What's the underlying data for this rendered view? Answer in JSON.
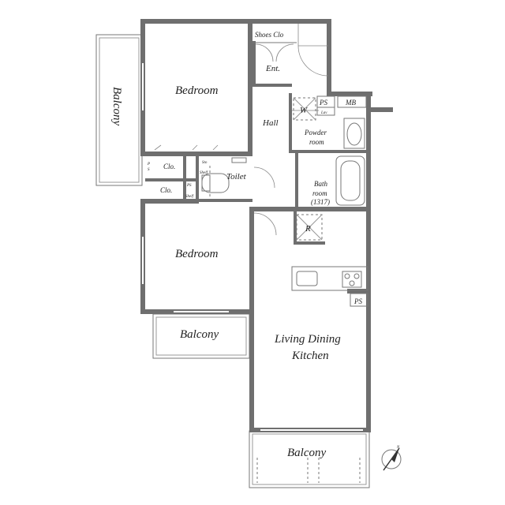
{
  "rooms": {
    "bedroom_top": "Bedroom",
    "bedroom_mid": "Bedroom",
    "balcony_left": "Balcony",
    "balcony_mid": "Balcony",
    "balcony_bottom": "Balcony",
    "ldk_line1": "Living Dining",
    "ldk_line2": "Kitchen",
    "hall": "Hall",
    "entrance": "Ent.",
    "shoes_closet": "Shoes Clo",
    "powder_line1": "Powder",
    "powder_line2": "room",
    "bath_line1": "Bath",
    "bath_line2": "room",
    "bath_size": "(1317)",
    "toilet": "Toilet",
    "closet_1": "Clo.",
    "closet_2": "Clo.",
    "storage": "Sto"
  },
  "fixtures": {
    "washer": "W",
    "refrigerator": "R",
    "pipe_space_1": "PS",
    "pipe_space_2": "PS",
    "pipe_space_3": "PS",
    "pipe_space_vertical_p": "P",
    "pipe_space_vertical_s": "S",
    "meter_box": "MB",
    "shelf_1": "Shelf",
    "shelf_2": "Shelf",
    "laundry_tray": "Lav"
  },
  "compass": {
    "north": "N"
  }
}
